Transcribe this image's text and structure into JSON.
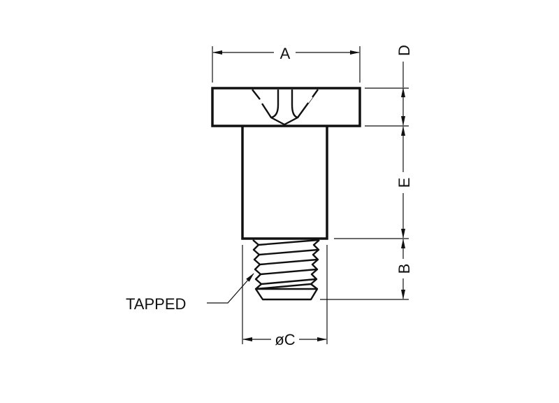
{
  "drawing": {
    "dimensions": {
      "a": "A",
      "b": "B",
      "c": "øC",
      "d": "D",
      "e": "E"
    },
    "callout": "TAPPED",
    "ink_color": "#111111"
  }
}
